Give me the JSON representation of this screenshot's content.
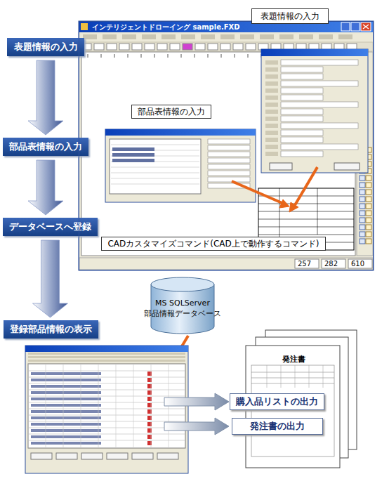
{
  "diagram": {
    "nodes": [
      {
        "text": [
          "表題情報の入力"
        ]
      },
      {
        "text": [
          "部品表情報の入力"
        ]
      },
      {
        "text": [
          "データベースへ登録"
        ]
      },
      {
        "text": [
          "登録部品情報の表示"
        ]
      },
      {
        "text": [
          "インテリジェントドローイング sample.FXD"
        ]
      },
      {
        "text": [
          "表題情報の入力"
        ]
      },
      {
        "text": [
          "部品表情報の入力"
        ],
        "in": 4
      },
      {
        "text": [
          "CADカスタマイズコマンド(CAD上で動作するコマンド)"
        ],
        "in": 4
      },
      {
        "text": [
          "MS SQLServer",
          "部品情報データベース"
        ]
      },
      {
        "text": [
          "購入品リストの出力"
        ]
      },
      {
        "text": [
          "発注書の出力"
        ]
      }
    ],
    "edges": [
      {
        "from": 0,
        "to": 1,
        "arrow": "to"
      },
      {
        "from": 1,
        "to": 2,
        "arrow": "to"
      },
      {
        "from": 2,
        "to": 3,
        "arrow": "to"
      }
    ],
    "labels": [
      "257",
      "282",
      "610",
      "発注書"
    ]
  }
}
